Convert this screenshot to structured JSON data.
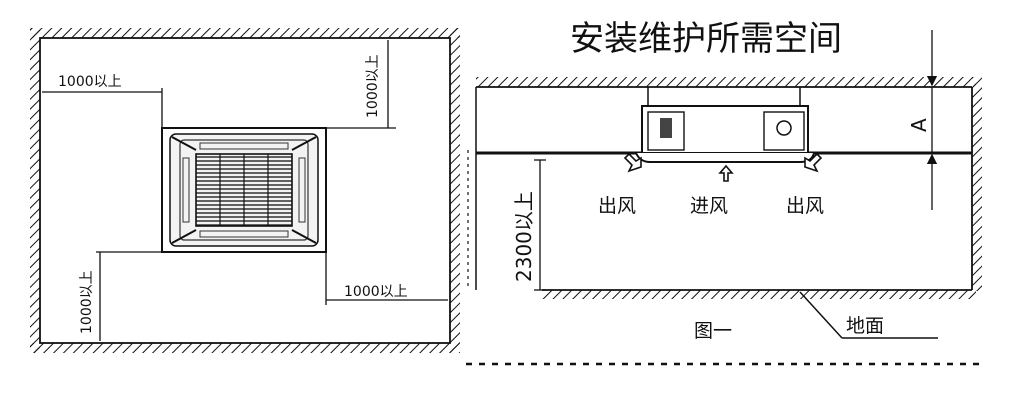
{
  "title": "安装维护所需空间",
  "plan_view": {
    "dim_left_top": "1000以上",
    "dim_top_right": "1000以上",
    "dim_bottom_left": "1000以上",
    "dim_bottom_right": "1000以上"
  },
  "section_view": {
    "outlet_left": "出风",
    "inlet": "进风",
    "outlet_right": "出风",
    "height_dim": "2300以上",
    "ceiling_gap_label": "A",
    "figure_label": "图一",
    "ground_label": "地面"
  },
  "colors": {
    "line": "#111111",
    "background": "#ffffff"
  }
}
